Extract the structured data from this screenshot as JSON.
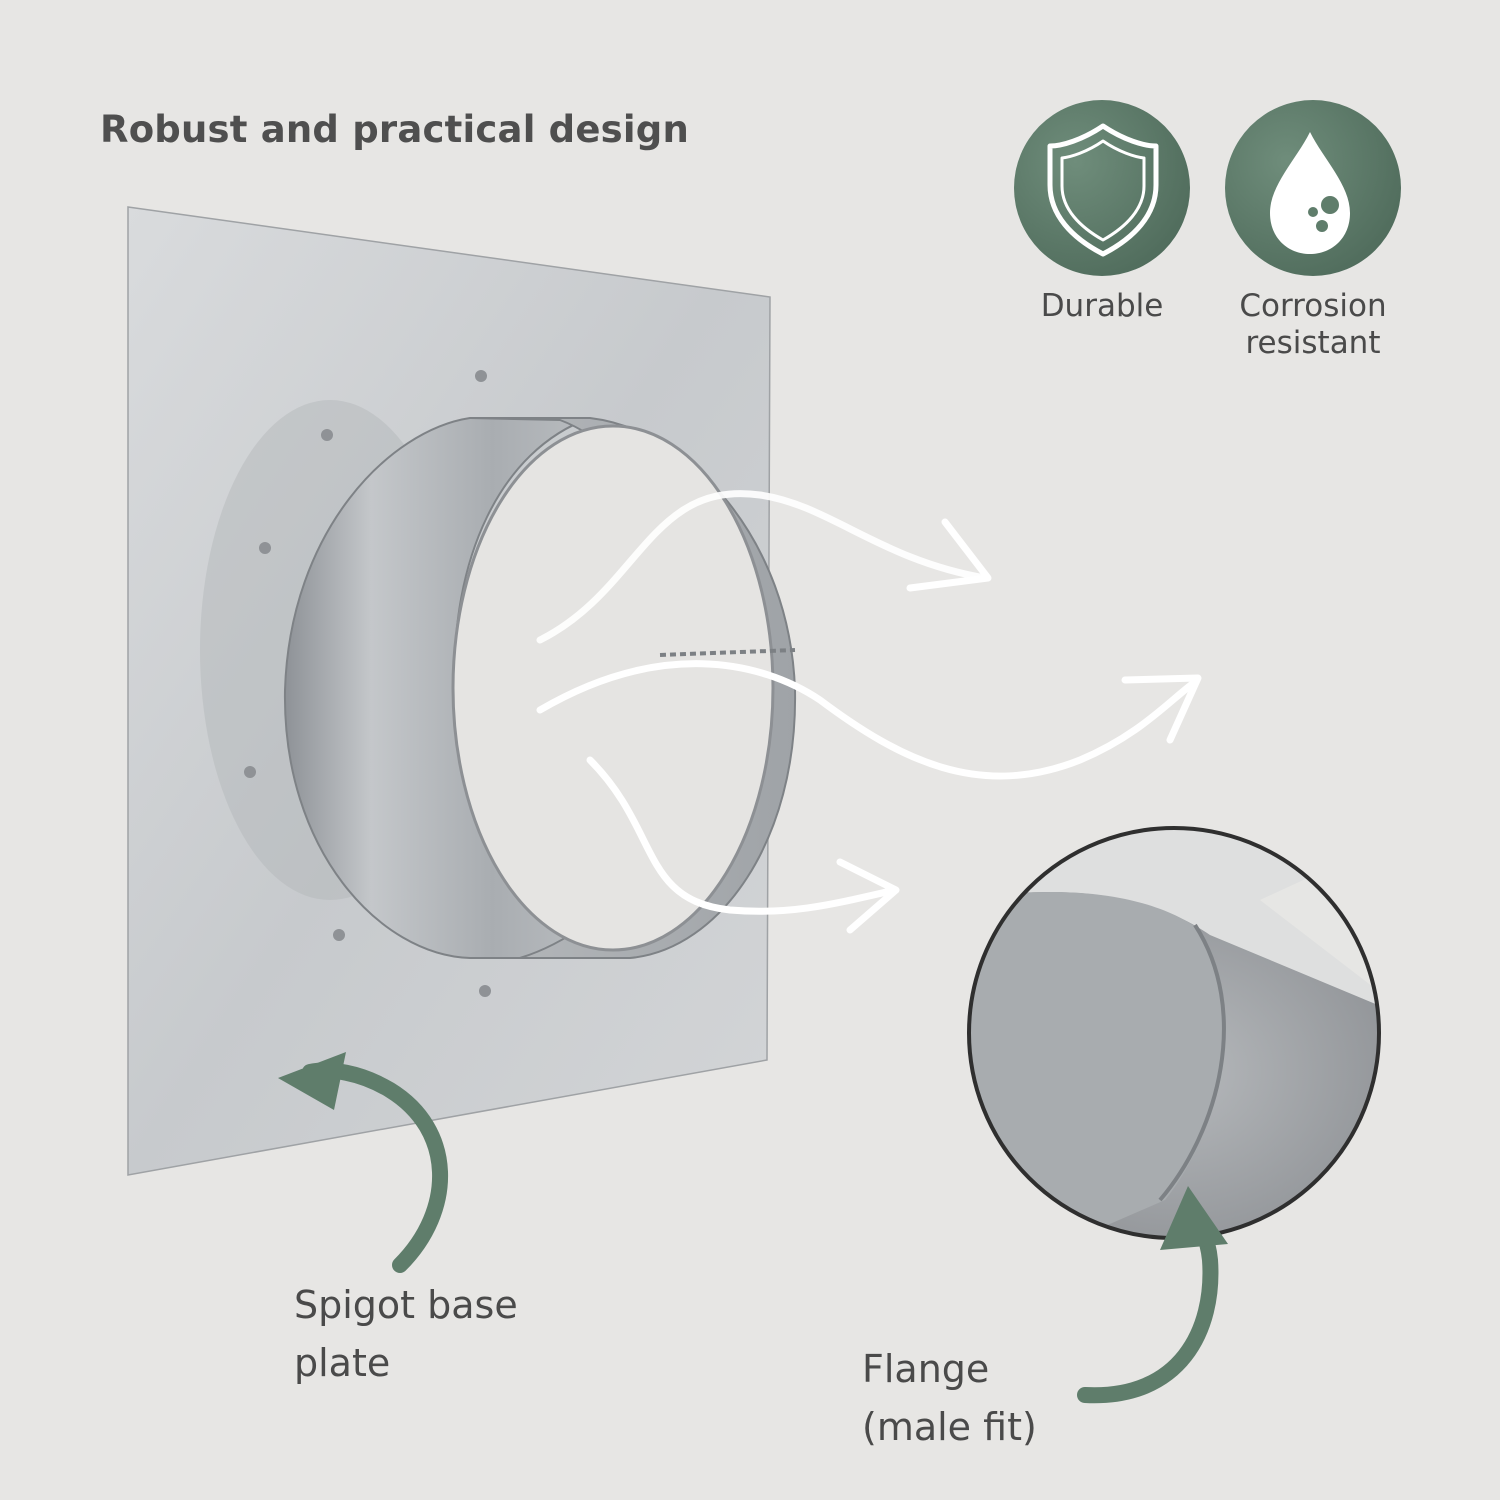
{
  "heading": "Robust and practical design",
  "features": [
    {
      "icon": "shield-icon",
      "label": "Durable"
    },
    {
      "icon": "water-drop-icon",
      "label_line1": "Corrosion",
      "label_line2": "resistant"
    }
  ],
  "callouts": {
    "base_plate": {
      "line1": "Spigot base",
      "line2": "plate"
    },
    "flange": {
      "line1": "Flange",
      "line2": "(male fit)"
    }
  },
  "colors": {
    "background": "#e7e6e4",
    "accent_green": "#5f7d6b",
    "text": "#4a4a4a",
    "metal": "#c8cbcf"
  }
}
